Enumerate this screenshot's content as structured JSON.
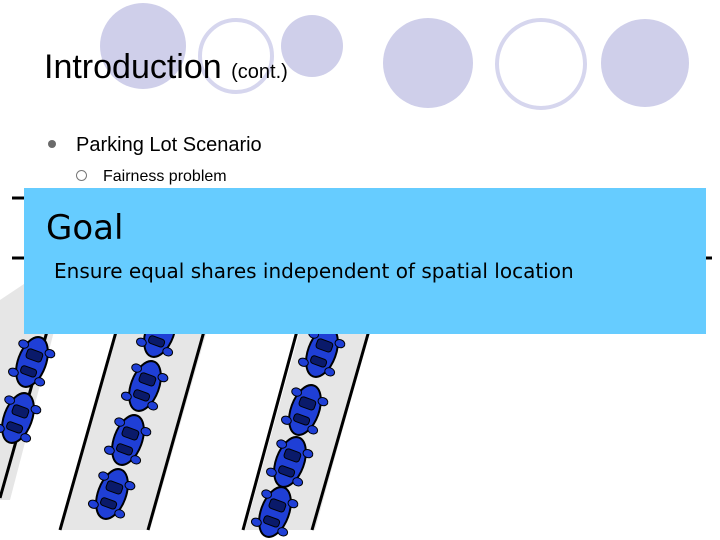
{
  "slide": {
    "title": "Introduction",
    "title_suffix": "(cont.)",
    "bullets": [
      {
        "text": "Parking Lot Scenario",
        "sub": [
          {
            "text": "Fairness problem"
          }
        ]
      }
    ]
  },
  "goal_box": {
    "heading": "Goal",
    "text": "Ensure equal shares independent of spatial location"
  },
  "colors": {
    "circle_fill": "#cfcfea",
    "circle_outline": "#d6d6ee",
    "goal_box": "#66ccff",
    "lane": "#e6e6e6",
    "car": "#1f3fd6"
  },
  "icons": [
    "circle-decoration",
    "car-icon"
  ]
}
